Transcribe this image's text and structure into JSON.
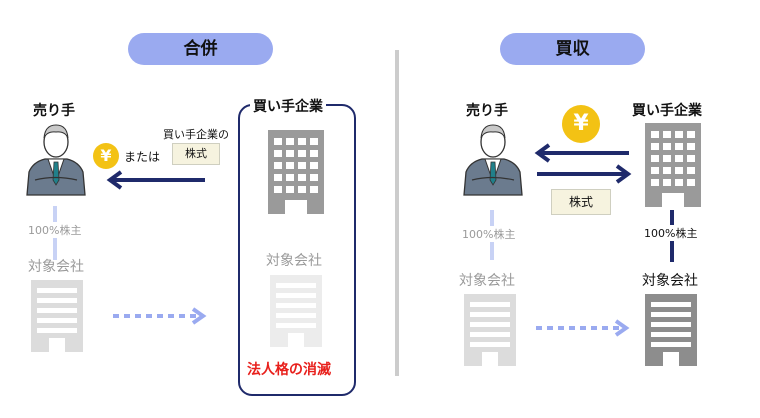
{
  "left": {
    "title": "合併",
    "seller": "売り手",
    "buyer": "買い手企業",
    "buyer_stock_label": "買い手企業の",
    "or_text": "または",
    "stock_box": "株式",
    "yen_symbol": "¥",
    "shareholder_label": "100%株主",
    "target_left": "対象会社",
    "target_right": "対象会社",
    "extinction": "法人格の消滅"
  },
  "right": {
    "title": "買収",
    "seller": "売り手",
    "buyer": "買い手企業",
    "yen_symbol": "¥",
    "stock_box": "株式",
    "shareholder_left": "100%株主",
    "shareholder_right": "100%株主",
    "target_left": "対象会社",
    "target_right": "対象会社"
  },
  "colors": {
    "pill": "#9aaaf0",
    "navy": "#1f2a6b",
    "dotted_arrow": "#9aaaf0",
    "yen": "#f3c214",
    "extinction": "#e8201c",
    "building_dark": "#8d8d8d",
    "building_light": "#dcdcdc",
    "divider": "#cccccc"
  }
}
